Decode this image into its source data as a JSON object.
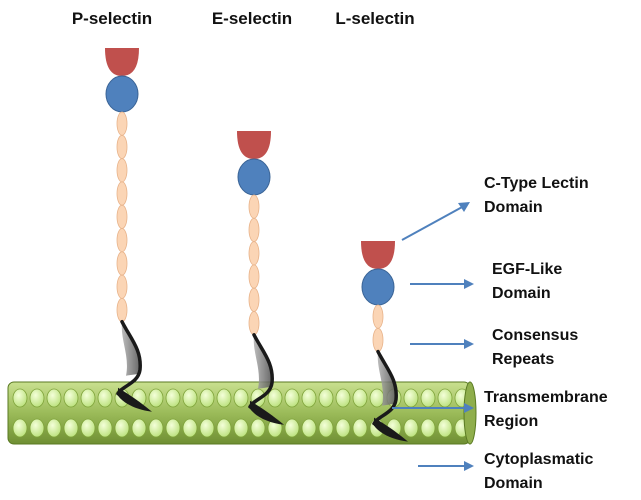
{
  "titles": {
    "p_selectin": "P-selectin",
    "e_selectin": "E-selectin",
    "l_selectin": "L-selectin"
  },
  "annotations": [
    {
      "key": "lectin",
      "lines": [
        "C-Type Lectin",
        "Domain"
      ]
    },
    {
      "key": "egf",
      "lines": [
        "EGF-Like",
        "Domain"
      ]
    },
    {
      "key": "consensus",
      "lines": [
        "Consensus",
        "Repeats"
      ]
    },
    {
      "key": "transmembrane",
      "lines": [
        "Transmembrane",
        "Region"
      ]
    },
    {
      "key": "cytoplasmatic",
      "lines": [
        "Cytoplasmatic",
        "Domain"
      ]
    }
  ],
  "proteins": [
    {
      "name": "P-selectin",
      "consensus_repeats": 9
    },
    {
      "name": "E-selectin",
      "consensus_repeats": 6
    },
    {
      "name": "L-selectin",
      "consensus_repeats": 2
    }
  ],
  "colors": {
    "lectin": "#c0504d",
    "egf": "#4f81bd",
    "repeat": "#fbd5b5",
    "repeat_stroke": "#e8b38a",
    "membrane_band": "#9bbb59",
    "membrane_dark": "#5a7a22",
    "lipid_head": "#d7f0a8",
    "arrow": "#4f81bd",
    "tail": "#1a1a1a"
  }
}
